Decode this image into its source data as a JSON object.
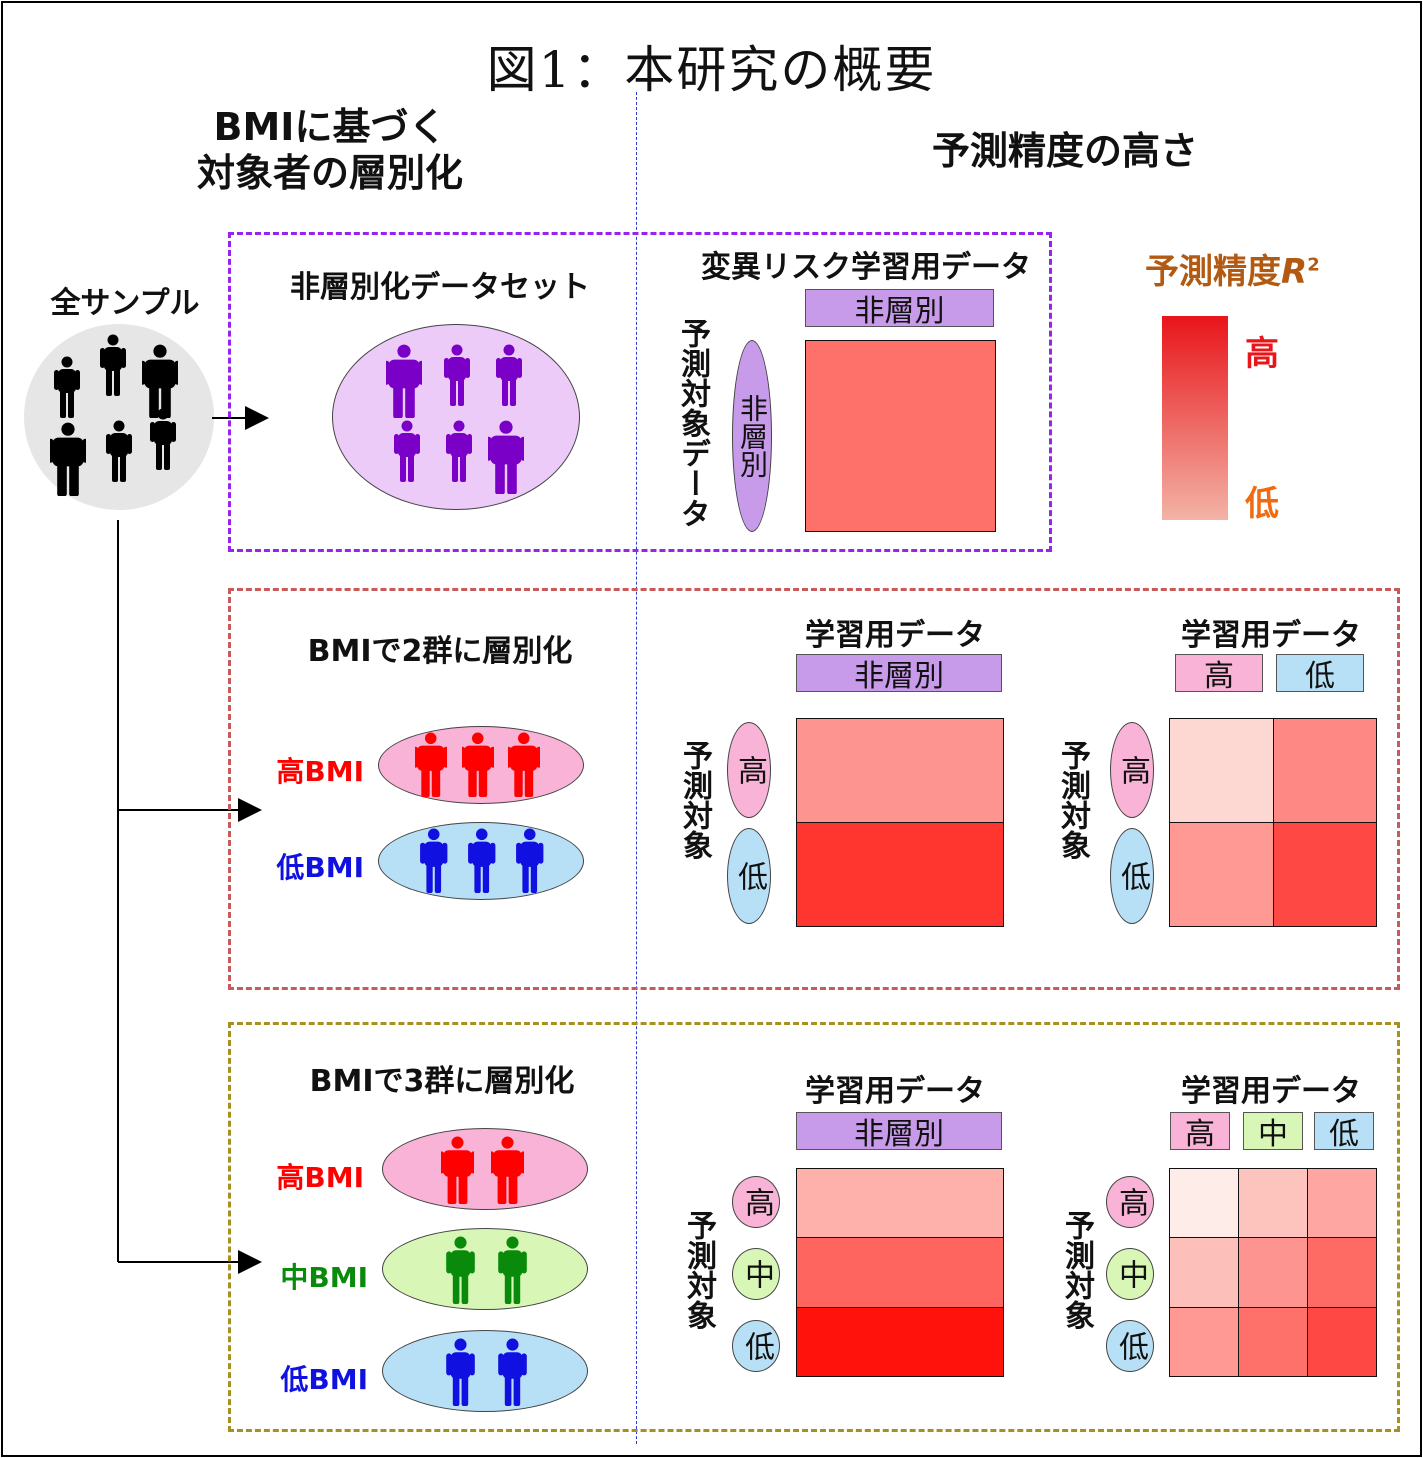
{
  "title": "図1：本研究の概要",
  "left_header": [
    "BMIに基づく",
    "対象者の層別化"
  ],
  "right_header": "予測精度の高さ",
  "all_samples": "全サンプル",
  "legend": {
    "title": "予測精度",
    "symbol": "R",
    "sup": "2",
    "high": "高",
    "low": "低",
    "high_color": "#e8151a",
    "low_color": "#f3b0a3"
  },
  "sections": {
    "unstratified": {
      "label": "非層別化データセット",
      "train_header": "変異リスク学習用データ",
      "train_tag": "非層別",
      "target_axis": "予測対象データ",
      "target_tag": "非層別",
      "matrix": [
        [
          0.55
        ]
      ]
    },
    "two_groups": {
      "label": "BMIで2群に層別化",
      "groups": [
        {
          "label": "高BMI",
          "color": "#ff0000"
        },
        {
          "label": "低BMI",
          "color": "#1010e0"
        }
      ],
      "left_train_header": "学習用データ",
      "left_train_tag": "非層別",
      "right_train_header": "学習用データ",
      "right_train_tags": [
        "高",
        "低"
      ],
      "target_axis": "予測対象",
      "target_tags": [
        "高",
        "低"
      ],
      "left_matrix": [
        [
          0.4
        ],
        [
          0.8
        ]
      ],
      "right_matrix": [
        [
          0.12,
          0.45
        ],
        [
          0.38,
          0.72
        ]
      ]
    },
    "three_groups": {
      "label": "BMIで3群に層別化",
      "groups": [
        {
          "label": "高BMI",
          "color": "#ff0000"
        },
        {
          "label": "中BMI",
          "color": "#0a8a0a"
        },
        {
          "label": "低BMI",
          "color": "#1010e0"
        }
      ],
      "left_train_header": "学習用データ",
      "left_train_tag": "非層別",
      "right_train_header": "学習用データ",
      "right_train_tags": [
        "高",
        "中",
        "低"
      ],
      "target_axis": "予測対象",
      "target_tags": [
        "高",
        "中",
        "低"
      ],
      "left_matrix": [
        [
          0.28
        ],
        [
          0.6
        ],
        [
          0.95
        ]
      ],
      "right_matrix": [
        [
          0.03,
          0.2,
          0.32
        ],
        [
          0.22,
          0.4,
          0.58
        ],
        [
          0.38,
          0.55,
          0.72
        ]
      ]
    }
  }
}
